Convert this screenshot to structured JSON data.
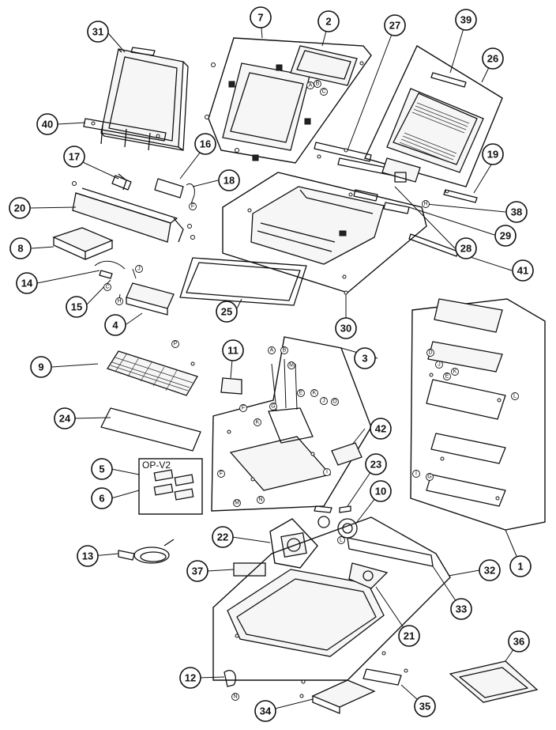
{
  "diagram": {
    "option_label": "OP-V2",
    "callouts": [
      "1",
      "2",
      "3",
      "4",
      "5",
      "6",
      "7",
      "8",
      "9",
      "10",
      "11",
      "12",
      "13",
      "14",
      "15",
      "16",
      "17",
      "18",
      "19",
      "20",
      "21",
      "22",
      "23",
      "24",
      "25",
      "26",
      "27",
      "28",
      "29",
      "30",
      "31",
      "32",
      "33",
      "34",
      "35",
      "36",
      "37",
      "38",
      "39",
      "40",
      "41",
      "42"
    ],
    "connector_letters": [
      "A",
      "B",
      "C",
      "D",
      "E",
      "F",
      "G",
      "H",
      "I",
      "J",
      "K",
      "L",
      "M",
      "N",
      "O",
      "P"
    ]
  }
}
